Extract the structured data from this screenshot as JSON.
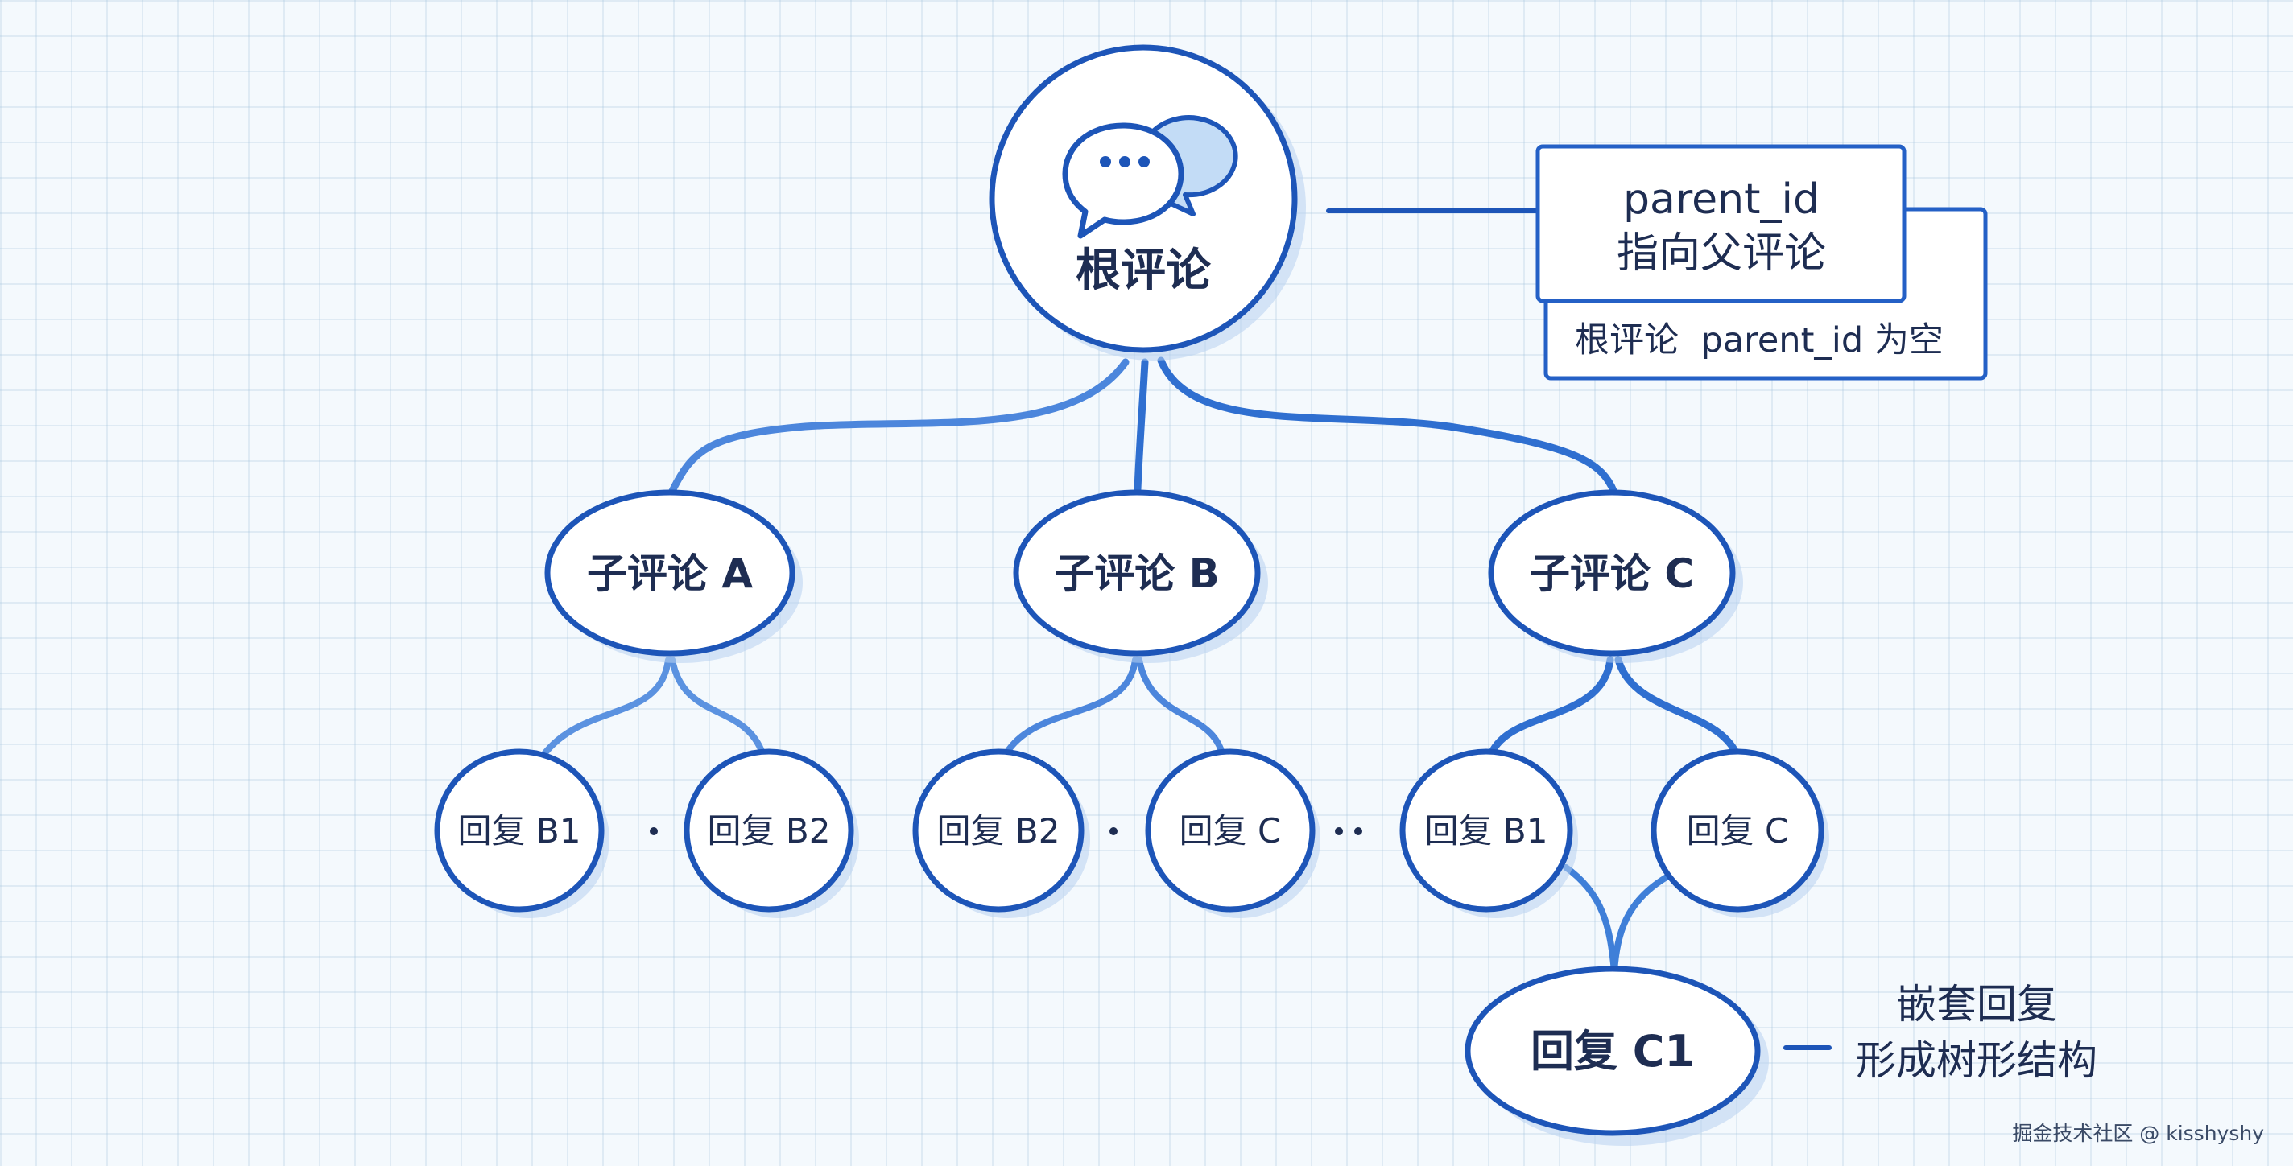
{
  "root": {
    "label": "根评论",
    "icon": "chat-bubbles-icon"
  },
  "callout": {
    "title_line1": "parent_id",
    "title_line2": "指向父评论",
    "note": "根评论  parent_id 为空"
  },
  "children": [
    {
      "label": "子评论 A"
    },
    {
      "label": "子评论 B"
    },
    {
      "label": "子评论 C"
    }
  ],
  "replies": [
    {
      "label": "回复 B1"
    },
    {
      "label": "回复 B2"
    },
    {
      "label": "回复 B2"
    },
    {
      "label": "回复 C"
    },
    {
      "label": "回复 B1"
    },
    {
      "label": "回复 C"
    }
  ],
  "nested": {
    "label": "回复 C1",
    "note_line1": "嵌套回复",
    "note_line2": "形成树形结构"
  },
  "watermark": "掘金技术社区 @ kisshyshy",
  "colors": {
    "accent": "#1d55b8",
    "edge": "#2f6fd0",
    "background": "#f4f9fd"
  }
}
